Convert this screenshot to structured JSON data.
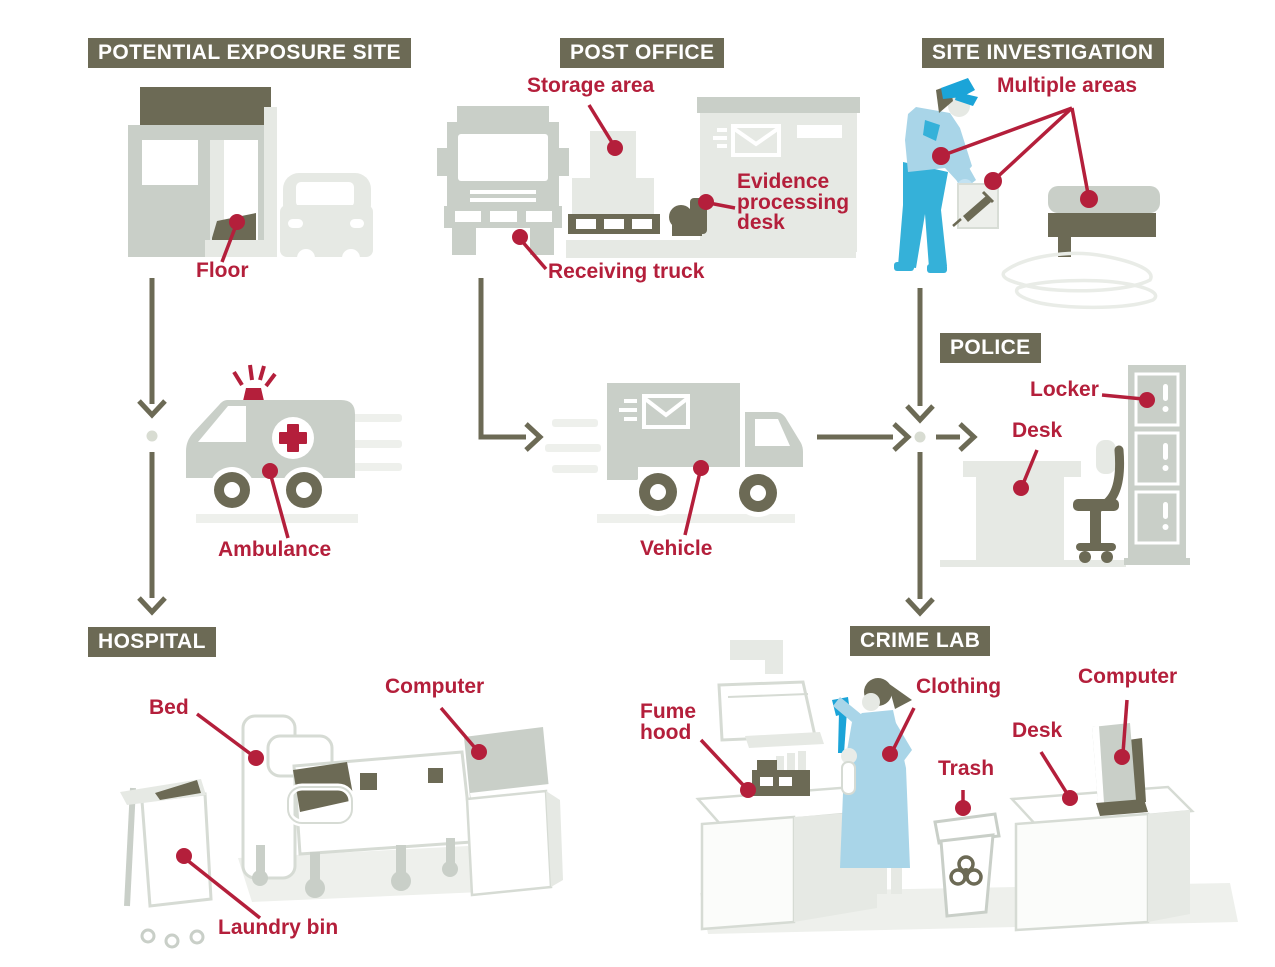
{
  "palette": {
    "olive": "#6c6a55",
    "red": "#b41f3b",
    "gray_mid": "#c9cfc8",
    "gray_light": "#e6e9e4",
    "gray_faint": "#eef0ec",
    "gray_line": "#d6dbd4",
    "blue_light": "#a9d5e8",
    "blue_mid": "#35b1d9",
    "blue_bright": "#1ba4d8",
    "blue_pale": "#c3e2f2",
    "junction_dot": "#d8dcd2"
  },
  "badges": {
    "exposure_site": "POTENTIAL EXPOSURE SITE",
    "post_office": "POST OFFICE",
    "site_investigation": "SITE INVESTIGATION",
    "police": "POLICE",
    "hospital": "HOSPITAL",
    "crime_lab": "CRIME LAB"
  },
  "callouts": {
    "floor": "Floor",
    "storage_area": "Storage area",
    "evidence_processing_desk": "Evidence processing desk",
    "receiving_truck": "Receiving truck",
    "multiple_areas": "Multiple areas",
    "ambulance": "Ambulance",
    "vehicle": "Vehicle",
    "locker": "Locker",
    "police_desk": "Desk",
    "bed": "Bed",
    "hospital_computer": "Computer",
    "laundry_bin": "Laundry bin",
    "fume_hood": "Fume hood",
    "clothing": "Clothing",
    "trash": "Trash",
    "lab_desk": "Desk",
    "lab_computer": "Computer"
  },
  "flows": [
    {
      "from": "POTENTIAL EXPOSURE SITE",
      "via": "Ambulance",
      "to": "HOSPITAL"
    },
    {
      "from": "POST OFFICE",
      "via": "Vehicle",
      "to": "POLICE"
    },
    {
      "from": "SITE INVESTIGATION",
      "to": "POLICE"
    },
    {
      "from": "POST OFFICE",
      "via": "Vehicle",
      "to": "CRIME LAB"
    },
    {
      "from": "SITE INVESTIGATION",
      "to": "CRIME LAB"
    }
  ],
  "illustrations": [
    "storefront-building-icon",
    "car-icon",
    "box-truck-front-icon",
    "storage-boxes-pallet-icon",
    "post-office-building-icon",
    "evidence-desk-person-icon",
    "police-officer-icon",
    "evidence-bag-syringe-icon",
    "bench-icon",
    "gloves-outline-icon",
    "ambulance-icon",
    "mail-truck-icon",
    "police-desk-icon",
    "office-chair-icon",
    "evidence-locker-icon",
    "hospital-bed-icon",
    "laundry-cart-icon",
    "computer-workstation-icon",
    "fume-hood-icon",
    "lab-technician-icon",
    "biohazard-trash-icon",
    "lab-desk-icon",
    "desktop-monitor-icon"
  ]
}
